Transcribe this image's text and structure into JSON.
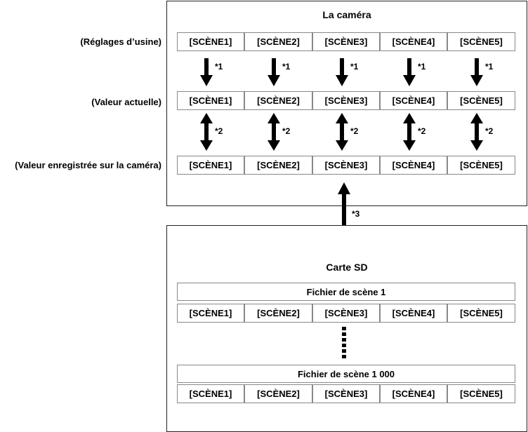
{
  "camera": {
    "title": "La caméra",
    "rows": [
      {
        "label": "(Réglages d’usine)",
        "scenes": [
          "[SCÈNE1]",
          "[SCÈNE2]",
          "[SCÈNE3]",
          "[SCÈNE4]",
          "[SCÈNE5]"
        ]
      },
      {
        "label": "(Valeur actuelle)",
        "scenes": [
          "[SCÈNE1]",
          "[SCÈNE2]",
          "[SCÈNE3]",
          "[SCÈNE4]",
          "[SCÈNE5]"
        ]
      },
      {
        "label": "(Valeur enregistrée sur la caméra)",
        "scenes": [
          "[SCÈNE1]",
          "[SCÈNE2]",
          "[SCÈNE3]",
          "[SCÈNE4]",
          "[SCÈNE5]"
        ]
      }
    ],
    "arrow_note_1": "*1",
    "arrow_note_2": "*2"
  },
  "transfer_note": "*3",
  "sd_card": {
    "title": "Carte SD",
    "files": [
      {
        "title": "Fichier de scène 1",
        "scenes": [
          "[SCÈNE1]",
          "[SCÈNE2]",
          "[SCÈNE3]",
          "[SCÈNE4]",
          "[SCÈNE5]"
        ]
      },
      {
        "title": "Fichier de scène 1 000",
        "scenes": [
          "[SCÈNE1]",
          "[SCÈNE2]",
          "[SCÈNE3]",
          "[SCÈNE4]",
          "[SCÈNE5]"
        ]
      }
    ]
  }
}
